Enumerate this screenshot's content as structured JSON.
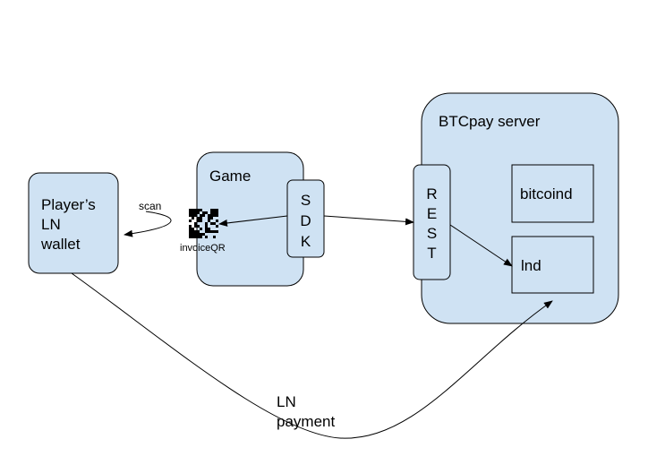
{
  "nodes": {
    "btcpay_server": "BTCpay server",
    "bitcoind": "bitcoind",
    "lnd": "lnd",
    "rest_letters": [
      "R",
      "E",
      "S",
      "T"
    ],
    "game": "Game",
    "sdk_letters": [
      "S",
      "D",
      "K"
    ],
    "wallet_lines": [
      "Player’s",
      "LN",
      "wallet"
    ],
    "invoice_qr": "invoiceQR"
  },
  "edges": {
    "scan": "scan",
    "ln_payment_lines": [
      "LN",
      "payment"
    ]
  },
  "colors": {
    "box_fill": "#cfe2f3",
    "stroke": "#000000",
    "background": "#ffffff"
  }
}
